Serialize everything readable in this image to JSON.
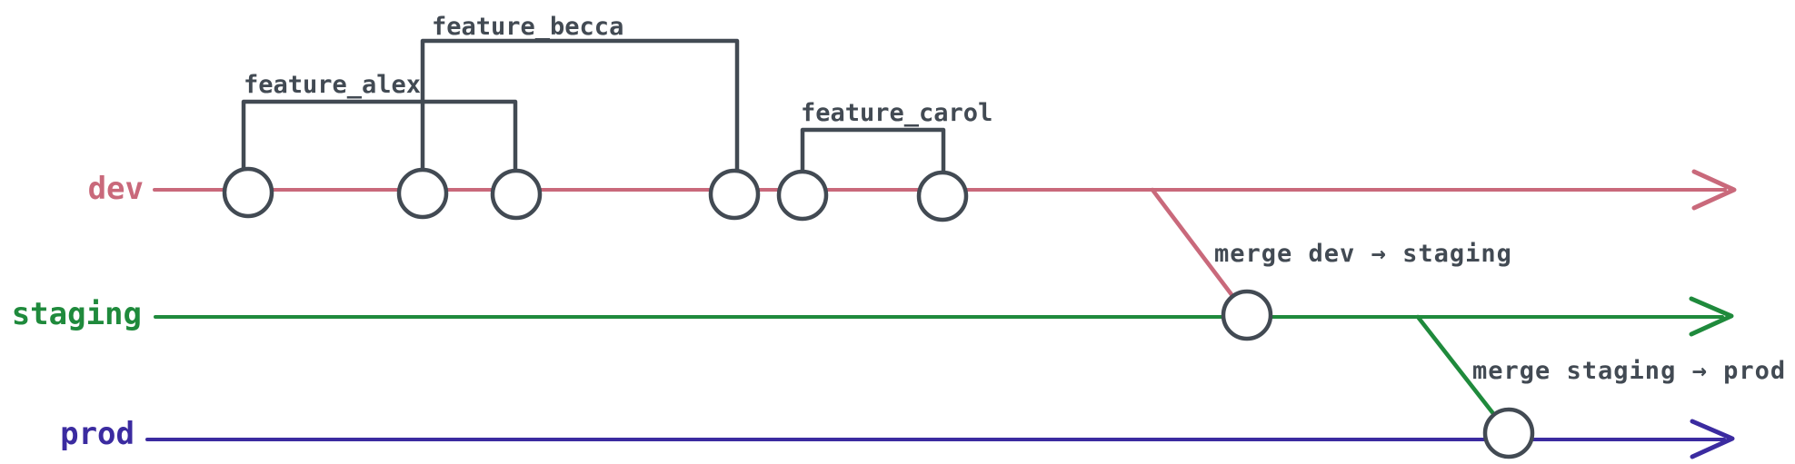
{
  "diagram": {
    "type": "git-branch-flow-diagram",
    "background_color": "#ffffff",
    "ink": "#424a53",
    "branches": [
      {
        "label": "dev",
        "color": "#c9697b",
        "commit_count": 6
      },
      {
        "label": "staging",
        "color": "#1f8a3c",
        "commit_count": 1
      },
      {
        "label": "prod",
        "color": "#3b2ba0",
        "commit_count": 1
      }
    ],
    "features": [
      {
        "label": "feature_alex",
        "from_commit": 1,
        "to_commit": 3
      },
      {
        "label": "feature_becca",
        "from_commit": 2,
        "to_commit": 4
      },
      {
        "label": "feature_carol",
        "from_commit": 5,
        "to_commit": 6
      }
    ],
    "merges": [
      {
        "label": "merge dev → staging",
        "from": "dev",
        "to": "staging"
      },
      {
        "label": "merge staging → prod",
        "from": "staging",
        "to": "prod"
      }
    ]
  }
}
